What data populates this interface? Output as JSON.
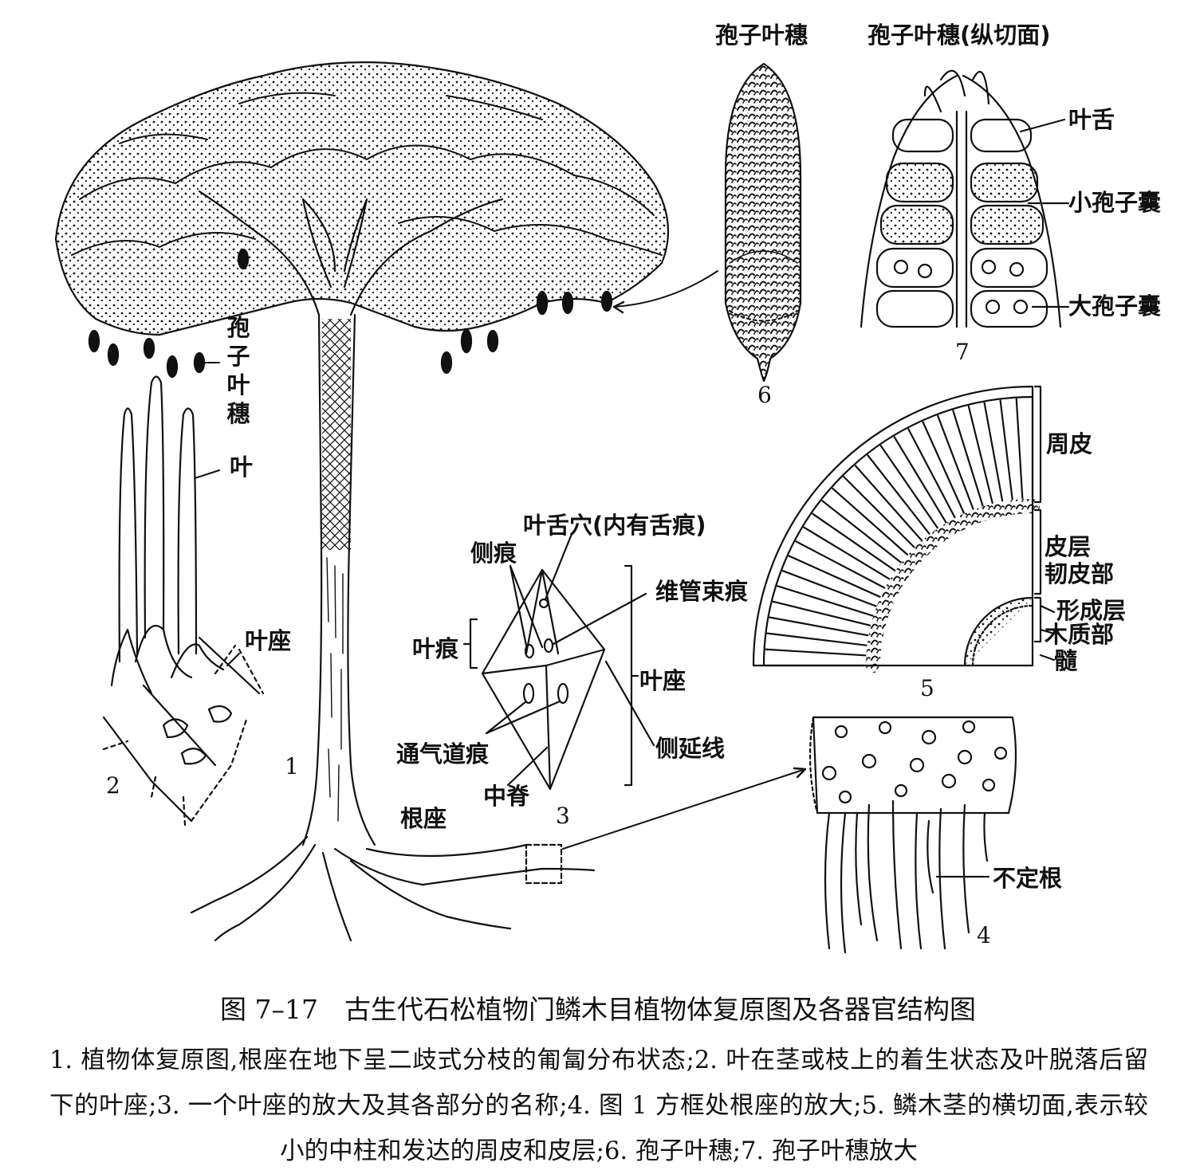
{
  "labels": {
    "cone_top": "孢子叶穗",
    "cone_section": "孢子叶穗(纵切面)",
    "ligule": "叶舌",
    "microsporangium": "小孢子囊",
    "megasporangium": "大孢子囊",
    "cone_vertical": "孢子叶穗",
    "leaf": "叶",
    "leaf_cushion_2": "叶座",
    "ligule_pit": "叶舌穴(内有舌痕)",
    "lateral_scar": "侧痕",
    "vascular_scar": "维管束痕",
    "leaf_scar": "叶痕",
    "leaf_cushion_3": "叶座",
    "parichnos": "通气道痕",
    "lateral_line": "侧延线",
    "midrib": "中脊",
    "stigmaria": "根座",
    "periderm": "周皮",
    "cortex": "皮层",
    "phloem": "韧皮部",
    "cambium": "形成层",
    "xylem": "木质部",
    "pith": "髓",
    "adventitious_roots": "不定根"
  },
  "numbers": {
    "n1": "1",
    "n2": "2",
    "n3": "3",
    "n4": "4",
    "n5": "5",
    "n6": "6",
    "n7": "7"
  },
  "caption": {
    "title": "图 7–17　古生代石松植物门鳞木目植物体复原图及各器官结构图",
    "body": "1. 植物体复原图,根座在地下呈二歧式分枝的匍匐分布状态;2. 叶在茎或枝上的着生状态及叶脱落后留下的叶座;3. 一个叶座的放大及其各部分的名称;4. 图 1 方框处根座的放大;5. 鳞木茎的横切面,表示较小的中柱和发达的周皮和皮层;6. 孢子叶穗;7. 孢子叶穗放大"
  },
  "colors": {
    "ink": "#111111",
    "paper": "#ffffff"
  }
}
